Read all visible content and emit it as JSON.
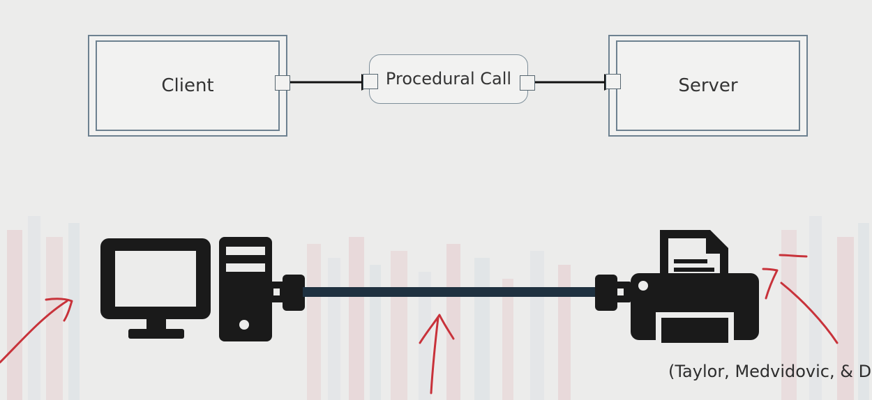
{
  "diagram": {
    "client": {
      "label": "Client"
    },
    "connector": {
      "label": "Procedural Call"
    },
    "server": {
      "label": "Server"
    }
  },
  "illustration": {
    "computer_icon": "desktop-computer-icon",
    "cable_icon": "usb-cable-icon",
    "printer_icon": "printer-icon"
  },
  "citation": {
    "text": "(Taylor, Medvidovic, & D"
  },
  "colors": {
    "background": "#ececeb",
    "component_border": "#6d8190",
    "icon": "#1a1a1a",
    "cable": "#1f3140",
    "annotation": "#c8323a"
  }
}
